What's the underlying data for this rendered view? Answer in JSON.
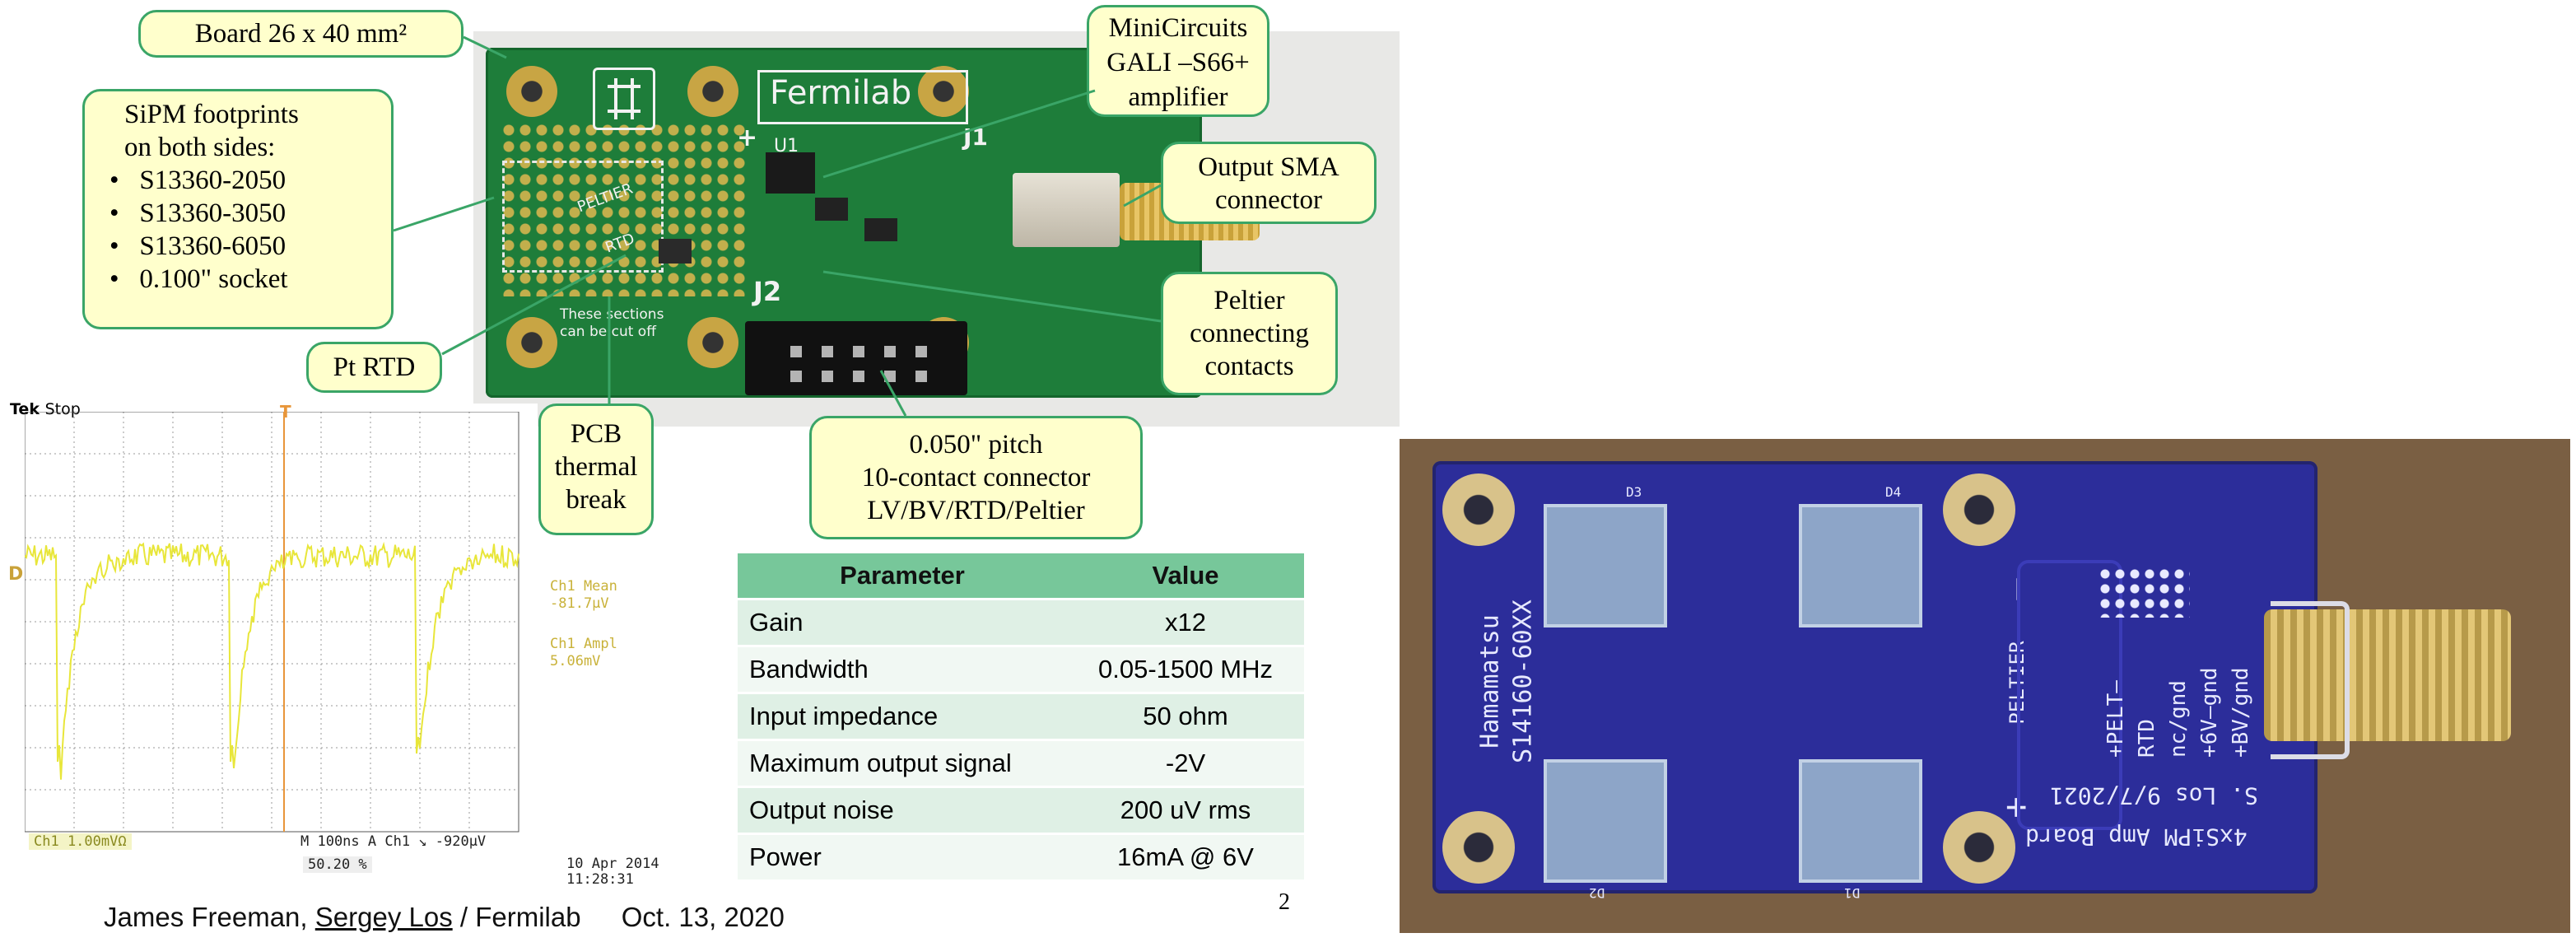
{
  "slide": {
    "page_number": "2",
    "footer": {
      "authors_prefix": "James Freeman,",
      "author_underlined": "Sergey Los",
      "affiliation": "/ Fermilab",
      "date": "Oct. 13, 2020"
    }
  },
  "pcb_photo": {
    "silkscreen": {
      "brand": "Fermilab",
      "j1": "J1",
      "j2": "J2",
      "u1": "U1",
      "peltier": "PELTIER",
      "rtd": "RTD",
      "cut_note_1": "These sections",
      "cut_note_2": "can be cut off",
      "plus": "+"
    }
  },
  "callouts": {
    "board_size": "Board 26 x 40 mm²",
    "footprints": {
      "title_1": "SiPM footprints",
      "title_2": "on both sides:",
      "items": [
        "S13360-2050",
        "S13360-3050",
        "S13360-6050",
        "0.100\" socket"
      ]
    },
    "amplifier": [
      "MiniCircuits",
      "GALI –S66+",
      "amplifier"
    ],
    "output": [
      "Output SMA",
      "connector"
    ],
    "peltier": [
      "Peltier",
      "connecting",
      "contacts"
    ],
    "pt_rtd": "Pt RTD",
    "thermal": [
      "PCB",
      "thermal",
      "break"
    ],
    "connector": [
      "0.050\" pitch",
      "10-contact connector",
      "LV/BV/RTD/Peltier"
    ]
  },
  "scope": {
    "brand": "Tek",
    "state": "Stop",
    "ch1_mean_label": "Ch1 Mean",
    "ch1_mean_value": "-81.7μV",
    "ch1_ampl_label": "Ch1 Ampl",
    "ch1_ampl_value": "5.06mV",
    "ch1_scale": "Ch1  1.00mVΩ",
    "timebase": "M 100ns  A  Ch1 ↘ -920μV",
    "date": "10 Apr  2014",
    "time": "11:28:31",
    "trigger_pos": "50.20 %",
    "marker_t": "T",
    "marker_d": "D"
  },
  "spec_table": {
    "headers": [
      "Parameter",
      "Value"
    ],
    "rows": [
      [
        "Gain",
        "x12"
      ],
      [
        "Bandwidth",
        "0.05-1500 MHz"
      ],
      [
        "Input impedance",
        "50 ohm"
      ],
      [
        "Maximum output signal",
        "-2V"
      ],
      [
        "Output noise",
        "200 uV rms"
      ],
      [
        "Power",
        "16mA @ 6V"
      ]
    ]
  },
  "blue_board": {
    "silkscreen": {
      "d1": "D1",
      "d2": "D2",
      "d3": "D3",
      "d4": "D4",
      "model_1": "Hamamatsu",
      "model_2": "S14160-60XX",
      "peltier": "PELTIER",
      "minus": "–",
      "plus": "+",
      "pins": [
        "+PELT–",
        "RTD",
        "nc/gnd",
        "+6V–gnd",
        "+BV/gnd"
      ],
      "author": "S. Los   9/7/2021",
      "title": "4xSiPM Amp Board"
    }
  },
  "colors": {
    "callout_fill": "#ffffcc",
    "callout_border": "#3aa567",
    "table_header": "#77c79a",
    "scope_trace": "#e8e63a",
    "pcb_green": "#1e7d3a",
    "board_blue": "#2c2d9a"
  }
}
